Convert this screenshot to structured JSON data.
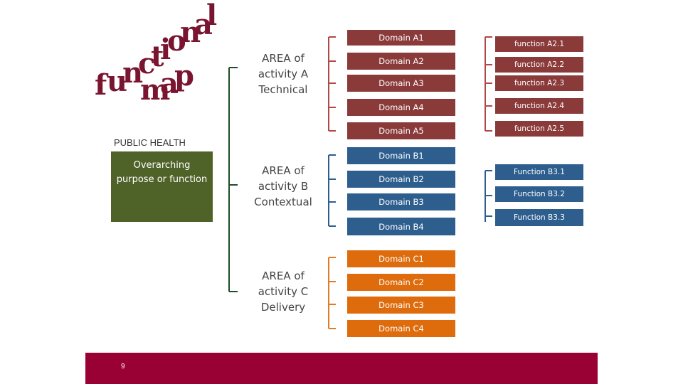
{
  "title": {
    "words": [
      "functional",
      "map"
    ]
  },
  "root": {
    "heading": "PUBLIC HEALTH",
    "label": "Overarching purpose or function"
  },
  "areas": [
    {
      "label": "AREA of activity A Technical"
    },
    {
      "label": "AREA of activity B Contextual"
    },
    {
      "label": "AREA of activity C Delivery"
    }
  ],
  "domains_a": [
    "Domain A1",
    "Domain A2",
    "Domain A3",
    "Domain A4",
    "Domain A5"
  ],
  "domains_b": [
    "Domain B1",
    "Domain B2",
    "Domain B3",
    "Domain B4"
  ],
  "domains_c": [
    "Domain C1",
    "Domain C2",
    "Domain C3",
    "Domain C4"
  ],
  "functions_a": [
    "function A2.1",
    "function A2.2",
    "function A2.3",
    "function A2.4",
    "function A2.5"
  ],
  "functions_b": [
    "Function B3.1",
    "Function B3.2",
    "Function B3.3"
  ],
  "footer": {
    "page_number": "9"
  },
  "colors": {
    "title": "#7a1530",
    "domain_a": "#8b3a3a",
    "domain_b": "#2d5e8e",
    "domain_c": "#de6c0d",
    "root": "#4f6228",
    "footer": "#990033"
  }
}
